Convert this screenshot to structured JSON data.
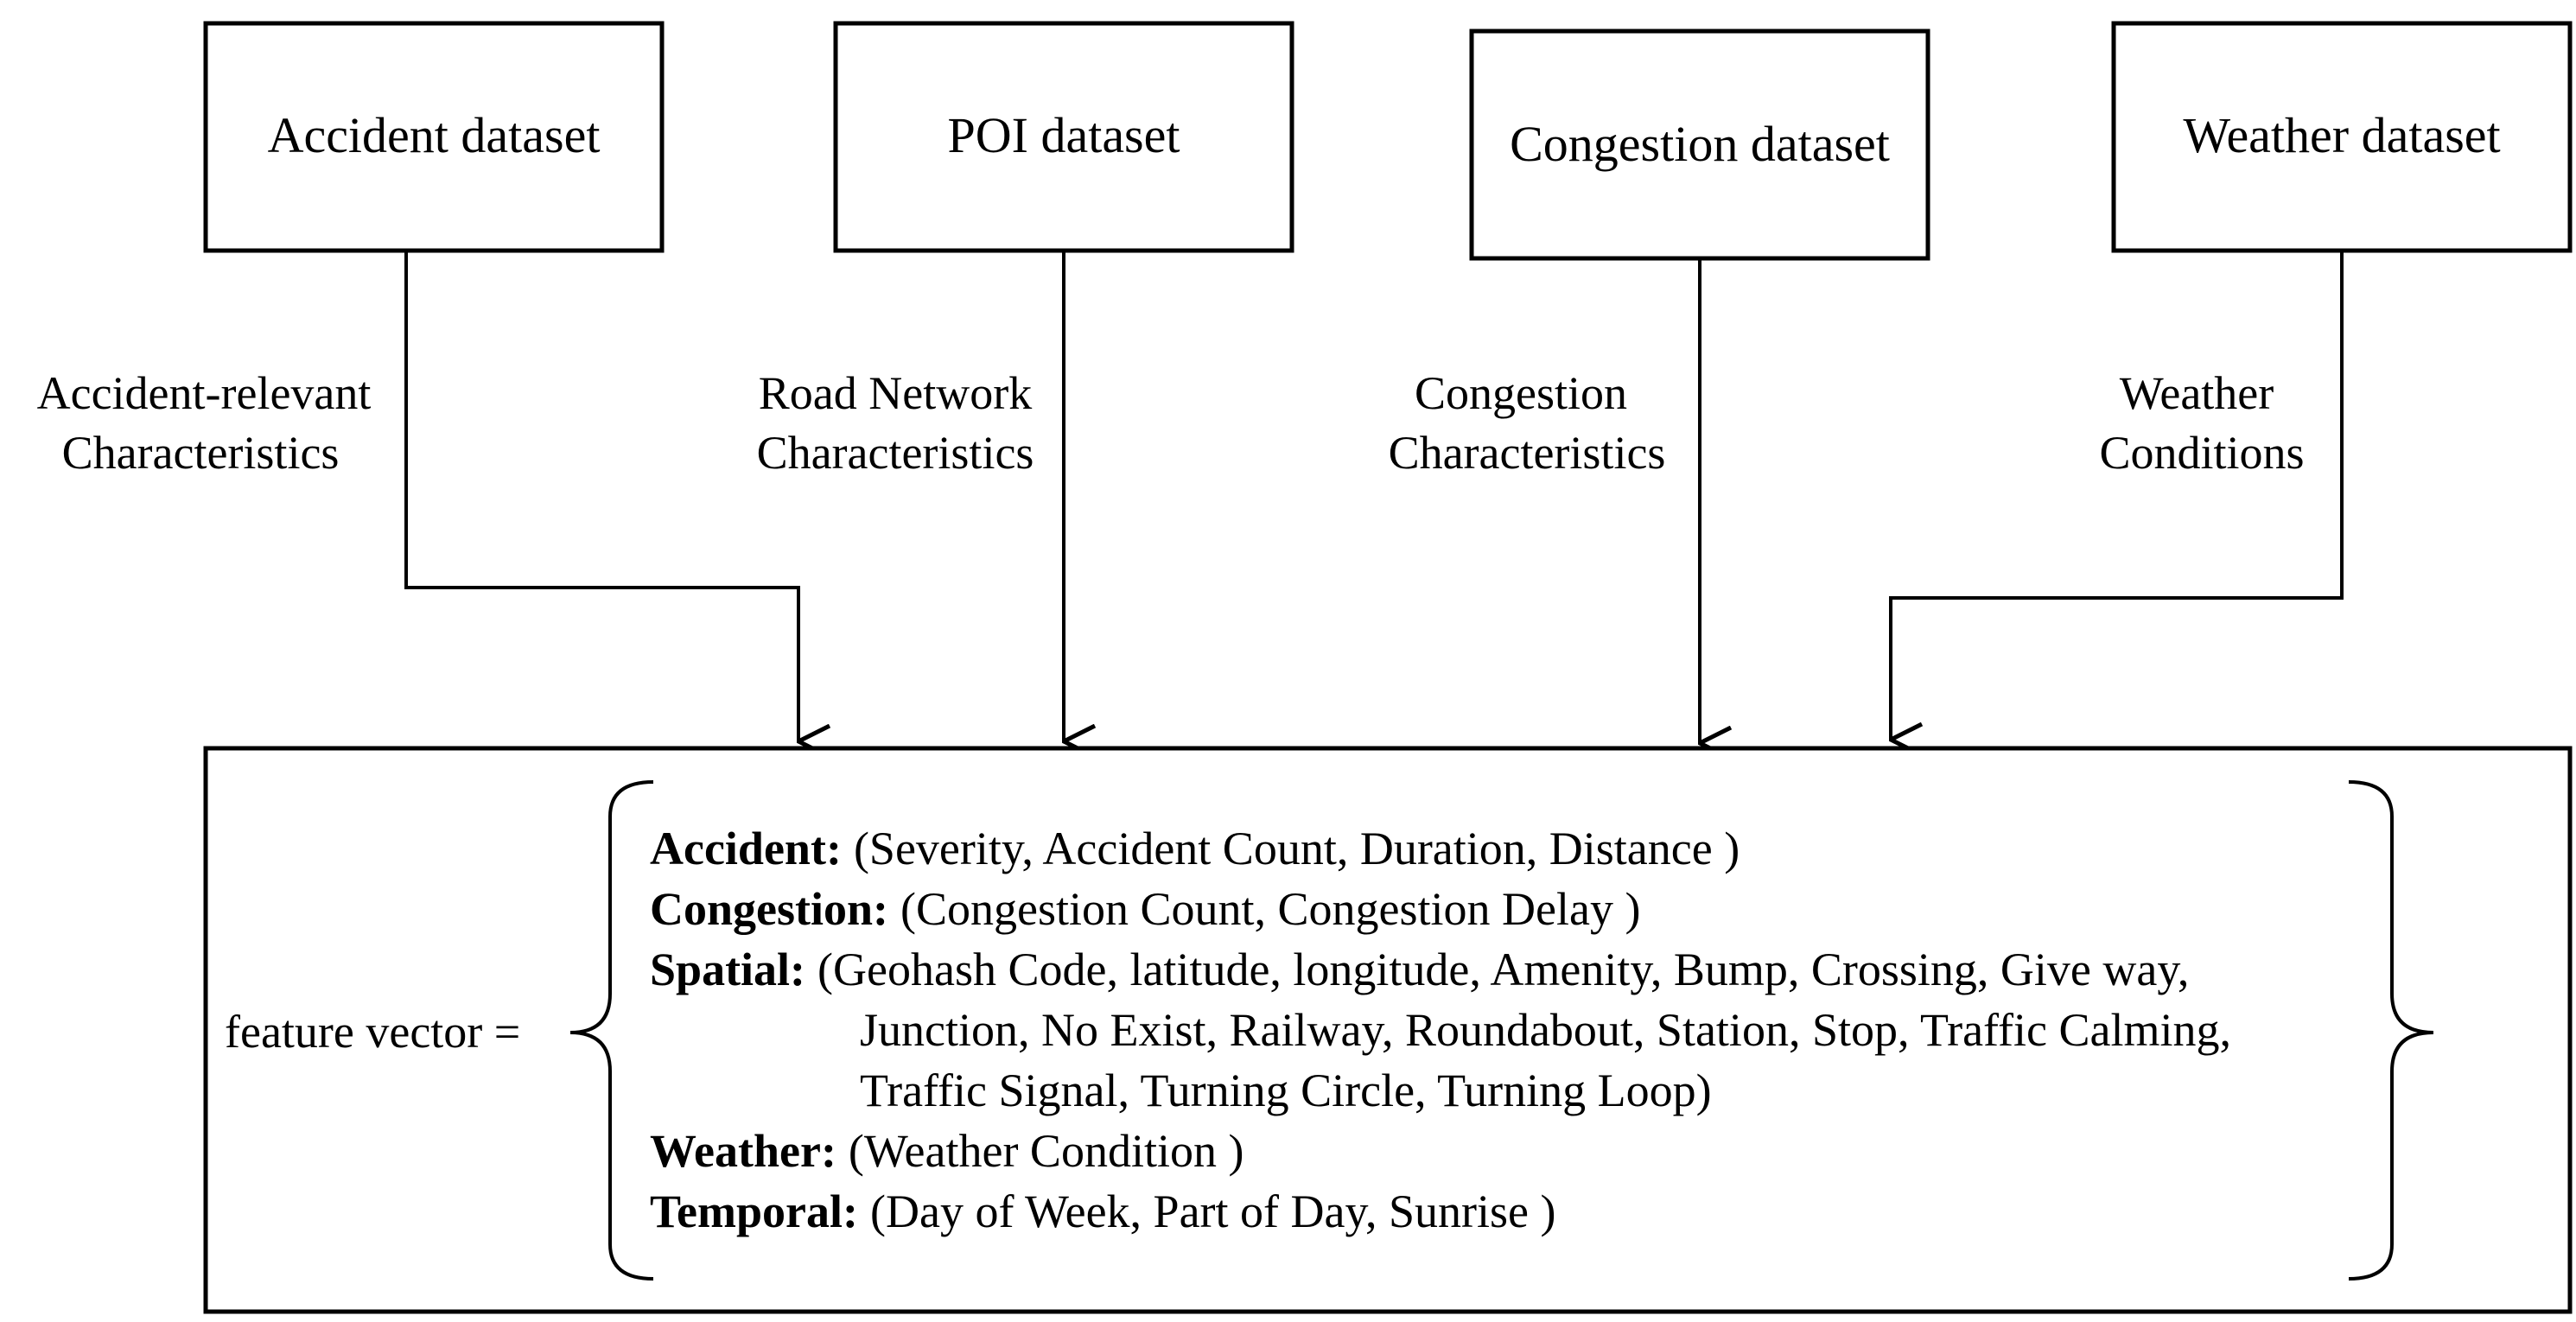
{
  "sources": [
    {
      "id": "accident",
      "label": "Accident dataset",
      "edge_label": [
        "Accident-relevant",
        "Characteristics"
      ]
    },
    {
      "id": "poi",
      "label": "POI dataset",
      "edge_label": [
        "Road Network",
        "Characteristics"
      ]
    },
    {
      "id": "congestion",
      "label": "Congestion dataset",
      "edge_label": [
        "Congestion",
        "Characteristics"
      ]
    },
    {
      "id": "weather",
      "label": "Weather dataset",
      "edge_label": [
        "Weather",
        "Conditions"
      ]
    }
  ],
  "feature_vector": {
    "label": "feature vector =",
    "groups": [
      {
        "key": "Accident:",
        "value": "(Severity, Accident Count, Duration, Distance )"
      },
      {
        "key": "Congestion:",
        "value": "(Congestion Count, Congestion Delay )"
      },
      {
        "key": "Spatial:",
        "value": "(Geohash Code, latitude, longitude, Amenity, Bump, Crossing, Give way,"
      },
      {
        "key": "",
        "value": "Junction, No Exist, Railway, Roundabout, Station, Stop, Traffic Calming,"
      },
      {
        "key": "",
        "value": "Traffic Signal, Turning Circle, Turning Loop)"
      },
      {
        "key": "Weather:",
        "value": "(Weather Condition )"
      },
      {
        "key": "Temporal:",
        "value": "(Day of Week, Part of Day, Sunrise )"
      }
    ]
  }
}
